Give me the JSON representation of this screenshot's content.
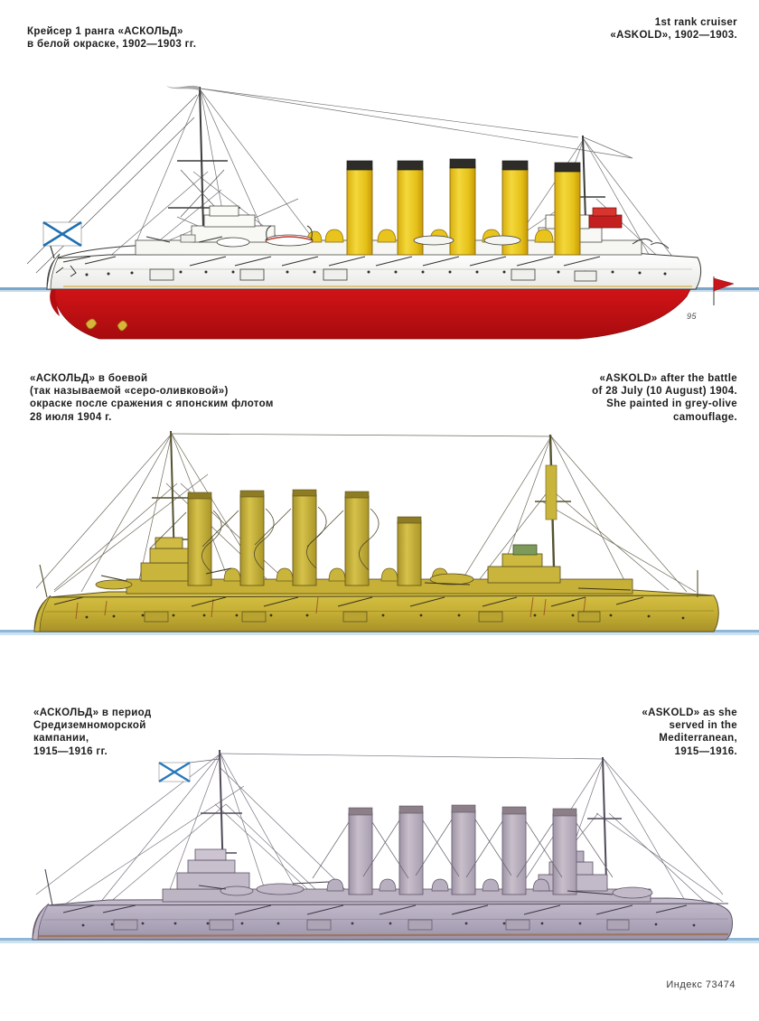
{
  "page": {
    "index_label": "Индекс 73474",
    "artist_signature": "95"
  },
  "panels": [
    {
      "id": "askold-white-1902-1903",
      "caption_ru": "Крейсер 1 ранга «АСКОЛЬД»\nв белой окраске, 1902—1903 гг.",
      "caption_en": "1st rank cruiser\n«ASKOLD», 1902—1903.",
      "scheme": "white peacetime livery",
      "colors": {
        "hull_upper": "#fbfbf9",
        "hull_lower": "#c00d10",
        "funnel": "#e8c41c",
        "funnel_cap": "#2b2a25",
        "boot_top": "#f0e6c8",
        "waterline": "#6f9fc4",
        "deck_line": "#4a4a46",
        "flag_field": "#ffffff",
        "flag_saltire": "#1e6fb0",
        "ensign_stern": "#c8161a"
      },
      "funnel_count": 5,
      "mast_count": 2,
      "flags": [
        "bow-jack-st-andrew",
        "stern-ensign-red"
      ]
    },
    {
      "id": "askold-grey-olive-1904",
      "caption_ru": "«АСКОЛЬД» в боевой\n(так называемой «серо-оливковой»)\nокраске после сражения с японским флотом\n28 июля 1904 г.",
      "caption_en": "«ASKOLD» after the battle\nof 28 July (10 August) 1904.\nShe painted in grey-olive\ncamouflage.",
      "scheme": "grey-olive battle camouflage",
      "colors": {
        "hull_upper": "#c8b43a",
        "hull_lower": "#b6a22f",
        "funnel": "#cbb63c",
        "funnel_cap": "#8d7c24",
        "boot_top": "#a08c22",
        "waterline": "#8fb8d8",
        "deck_line": "#3a3520",
        "rust": "#9a3a22"
      },
      "funnel_count": 5,
      "funnel_note": "fifth funnel shot away / shortened",
      "mast_count": 2,
      "flags": []
    },
    {
      "id": "askold-mediterranean-1915-1916",
      "caption_ru": "«АСКОЛЬД» в период\nСредиземноморской\nкампании,\n1915—1916 гг.",
      "caption_en": "«ASKOLD» as she\nserved in the\nMediterranean,\n1915—1916.",
      "scheme": "light grey Mediterranean service",
      "colors": {
        "hull_upper": "#b6afc0",
        "hull_lower": "#a89fb4",
        "funnel": "#bdb3bf",
        "funnel_cap": "#6a5f63",
        "boot_top": "#8d7f86",
        "waterline": "#8fb8d8",
        "deck_line": "#5a5158",
        "flag_field": "#ffffff",
        "flag_saltire": "#1e6fb0"
      },
      "funnel_count": 5,
      "mast_count": 2,
      "flags": [
        "bow-jack-st-andrew"
      ]
    }
  ]
}
